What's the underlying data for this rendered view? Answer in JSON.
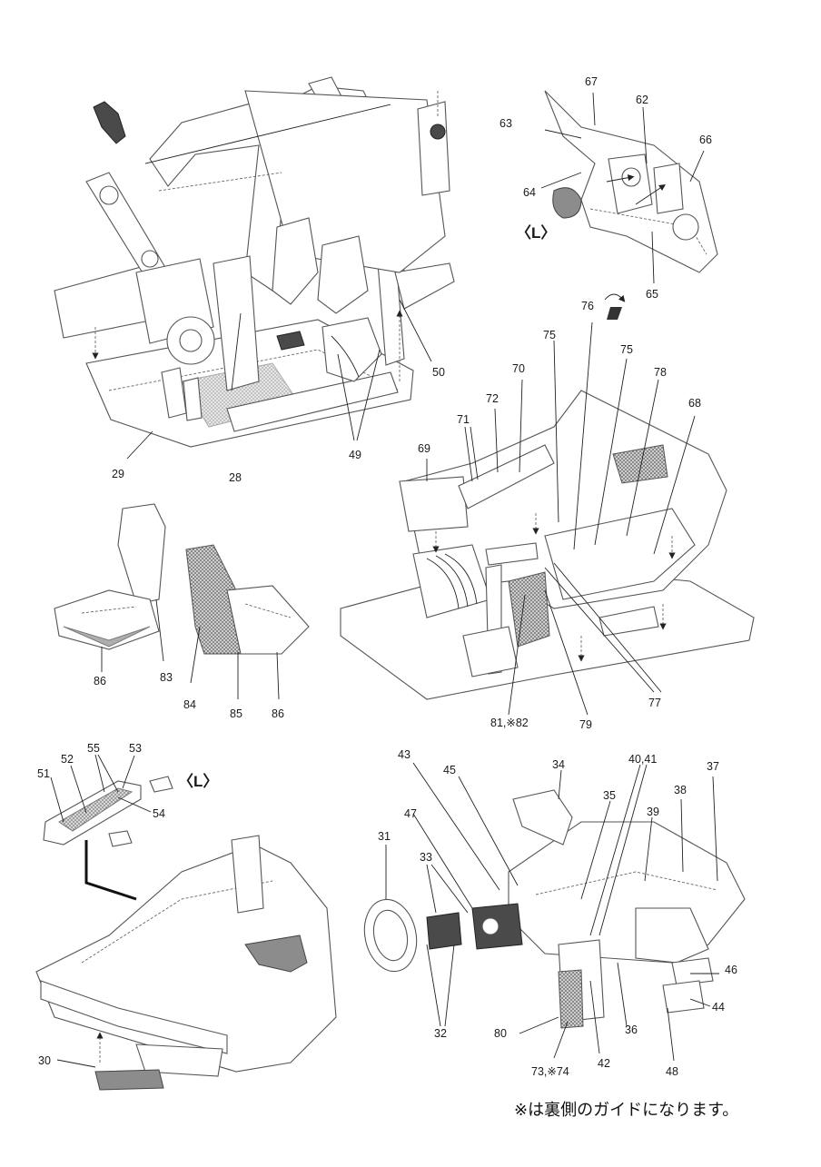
{
  "panels": {
    "top_left": {
      "labels": [
        {
          "id": "l28",
          "text": "28"
        },
        {
          "id": "l29",
          "text": "29"
        },
        {
          "id": "l49",
          "text": "49"
        },
        {
          "id": "l50",
          "text": "50"
        }
      ]
    },
    "top_right": {
      "side": "〈L〉",
      "labels": [
        {
          "id": "l62",
          "text": "62"
        },
        {
          "id": "l63",
          "text": "63"
        },
        {
          "id": "l64",
          "text": "64"
        },
        {
          "id": "l65",
          "text": "65"
        },
        {
          "id": "l66",
          "text": "66"
        },
        {
          "id": "l67",
          "text": "67"
        }
      ]
    },
    "middle_right": {
      "labels": [
        {
          "id": "l68",
          "text": "68"
        },
        {
          "id": "l69",
          "text": "69"
        },
        {
          "id": "l70",
          "text": "70"
        },
        {
          "id": "l71",
          "text": "71"
        },
        {
          "id": "l72",
          "text": "72"
        },
        {
          "id": "l75a",
          "text": "75"
        },
        {
          "id": "l75b",
          "text": "75"
        },
        {
          "id": "l76",
          "text": "76"
        },
        {
          "id": "l77",
          "text": "77"
        },
        {
          "id": "l78",
          "text": "78"
        },
        {
          "id": "l79",
          "text": "79"
        },
        {
          "id": "l81",
          "text": "81,※82"
        }
      ]
    },
    "middle_left": {
      "labels": [
        {
          "id": "l83",
          "text": "83"
        },
        {
          "id": "l84",
          "text": "84"
        },
        {
          "id": "l85",
          "text": "85"
        },
        {
          "id": "l86a",
          "text": "86"
        },
        {
          "id": "l86b",
          "text": "86"
        }
      ]
    },
    "bottom_left": {
      "side": "〈L〉",
      "labels": [
        {
          "id": "l30",
          "text": "30"
        },
        {
          "id": "l51",
          "text": "51"
        },
        {
          "id": "l52",
          "text": "52"
        },
        {
          "id": "l53",
          "text": "53"
        },
        {
          "id": "l54",
          "text": "54"
        },
        {
          "id": "l55",
          "text": "55"
        }
      ]
    },
    "bottom_right": {
      "labels": [
        {
          "id": "l31",
          "text": "31"
        },
        {
          "id": "l32",
          "text": "32"
        },
        {
          "id": "l33",
          "text": "33"
        },
        {
          "id": "l34",
          "text": "34"
        },
        {
          "id": "l35",
          "text": "35"
        },
        {
          "id": "l36",
          "text": "36"
        },
        {
          "id": "l37",
          "text": "37"
        },
        {
          "id": "l38",
          "text": "38"
        },
        {
          "id": "l39",
          "text": "39"
        },
        {
          "id": "l40",
          "text": "40,41"
        },
        {
          "id": "l42",
          "text": "42"
        },
        {
          "id": "l43",
          "text": "43"
        },
        {
          "id": "l44",
          "text": "44"
        },
        {
          "id": "l45",
          "text": "45"
        },
        {
          "id": "l46",
          "text": "46"
        },
        {
          "id": "l47",
          "text": "47"
        },
        {
          "id": "l48",
          "text": "48"
        },
        {
          "id": "l73",
          "text": "73,※74"
        },
        {
          "id": "l80",
          "text": "80"
        }
      ]
    }
  },
  "footnote": "※は裏側のガイドになります。",
  "icons": {
    "flip": "flip-over-icon"
  },
  "colors": {
    "line": "#222222",
    "part_shade": "#8c8c8c",
    "part_dark": "#4a4a4a"
  }
}
